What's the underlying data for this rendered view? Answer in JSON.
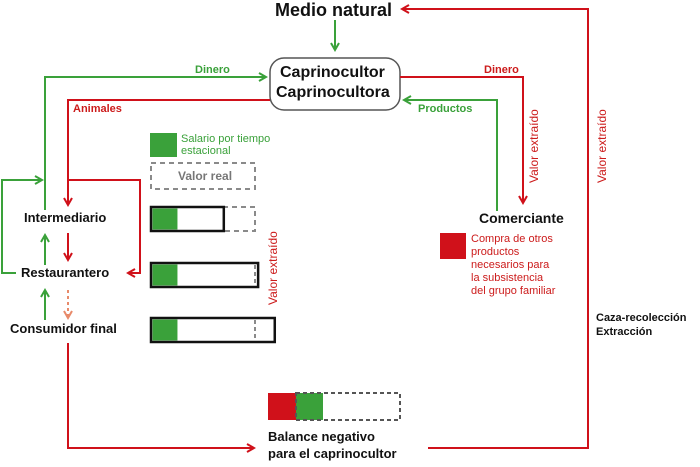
{
  "colors": {
    "green": "#3aa13a",
    "red": "#d0111a",
    "dark": "#111111",
    "gray": "#8a8a8a"
  },
  "nodes": {
    "medio_natural": "Medio natural",
    "caprinocultor_line1": "Caprinocultor",
    "caprinocultor_line2": "Caprinocultora",
    "intermediario": "Intermediario",
    "restaurantero": "Restaurantero",
    "consumidor_final": "Consumidor final",
    "comerciante": "Comerciante",
    "caza_line1": "Caza-recolección",
    "caza_line2": "Extracción",
    "balance_line1": "Balance negativo",
    "balance_line2": "para el caprinocultor"
  },
  "flows": {
    "dinero_left": "Dinero",
    "dinero_right": "Dinero",
    "animales": "Animales",
    "productos": "Productos",
    "valor_extraido_middle": "Valor extraído",
    "valor_extraido_right": "Valor extraído",
    "valor_extraido_bars": "Valor extraído"
  },
  "legend": {
    "salario_line1": "Salario por tiempo",
    "salario_line2": "estacional",
    "valor_real": "Valor real",
    "compra_lines": [
      "Compra de otros",
      "productos",
      "necesarios para",
      "la subsistencia",
      "del grupo familiar"
    ]
  },
  "bars": [
    {
      "name": "intermediario",
      "salario_fraction": 0.24,
      "bar_fraction": 0.7,
      "valor_real": 1.0
    },
    {
      "name": "restaurantero",
      "salario_fraction": 0.24,
      "bar_fraction": 1.03,
      "valor_real": 1.0
    },
    {
      "name": "consumidor",
      "salario_fraction": 0.24,
      "bar_fraction": 1.19,
      "valor_real": 1.0
    }
  ]
}
